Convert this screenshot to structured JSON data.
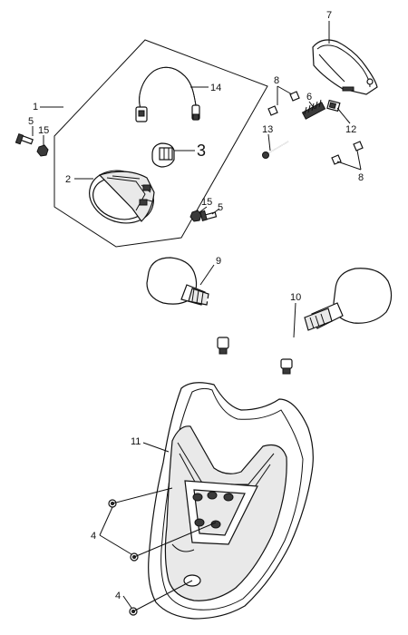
{
  "diagram": {
    "callouts": {
      "c1": "1",
      "c2": "2",
      "c3": "3",
      "c4a": "4",
      "c4b": "4",
      "c5a": "5",
      "c5b": "5",
      "c6": "6",
      "c7": "7",
      "c8a": "8",
      "c8b": "8",
      "c9": "9",
      "c10": "10",
      "c11": "11",
      "c12": "12",
      "c13": "13",
      "c14": "14",
      "c15a": "15",
      "c15b": "15"
    }
  }
}
